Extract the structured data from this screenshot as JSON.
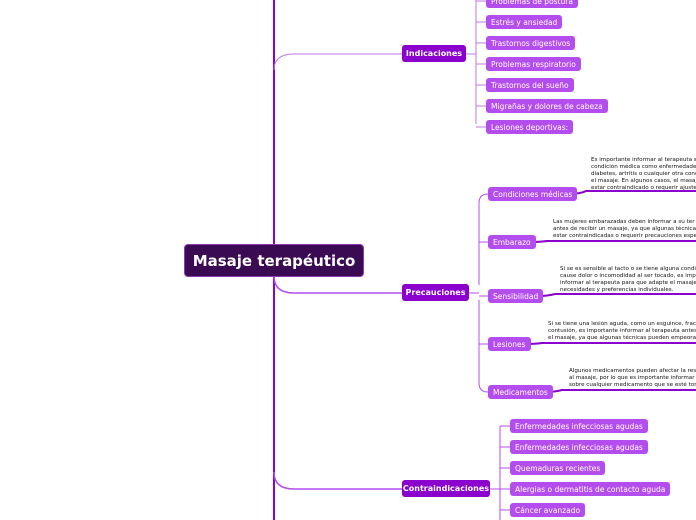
{
  "central_topic": "Masaje terapéutico",
  "indicaciones": {
    "label": "Indicaciones",
    "items": [
      "Problemas de postura",
      "Estrés y ansiedad",
      "Trastornos digestivos",
      "Problemas respiratorio",
      "Trastornos del sueño",
      "Migrañas y dolores de cabeza",
      "Lesiones deportivas:"
    ]
  },
  "precauciones": {
    "label": "Precauciones",
    "items": [
      {
        "label": "Condiciones médicas",
        "note": "Es importante informar al terapeuta s\ncondición médica como enfermedades\ndiabetes, artritis o cualquier otra conc\nel masaje. En algunos casos, el masaj\nestar contraindicado o requerir ajuste"
      },
      {
        "label": "Embarazo",
        "note": "Las mujeres embarazadas deben informar a su ter\nantes de recibir un masaje, ya que algunas técnica\nestar contraindicadas o requerir precauciones espec"
      },
      {
        "label": "Sensibilidad",
        "note": "Si se es sensible al tacto o se tiene alguna condi\ncause dolor o incomodidad al ser tocado, es impo\ninformar al terapeuta para que adapte el masaje\nnecesidades y preferencias individuales."
      },
      {
        "label": "Lesiones",
        "note": "Si se tiene una lesión aguda, como un esguince, fract\ncontusión, es importante informar al terapeuta antes\nel masaje, ya que algunas técnicas pueden empeorar"
      },
      {
        "label": "Medicamentos",
        "note": "Algunos medicamentos pueden afectar la resp\nal masaje, por lo que es importante informar a\nsobre cualquier medicamento que se esté tom"
      }
    ]
  },
  "contraindicaciones": {
    "label": "Contraindicaciones",
    "items": [
      "Enfermedades infecciosas agudas",
      "Enfermedades infecciosas agudas",
      "Quemaduras recientes",
      "Alergias o dermatitis de contacto aguda",
      "Cáncer avanzado"
    ]
  },
  "colors": {
    "central_bg": "#3a0b52",
    "main_bg": "#8b00cc",
    "sub_bg": "#b44dee",
    "line": "#9a1fd8"
  }
}
